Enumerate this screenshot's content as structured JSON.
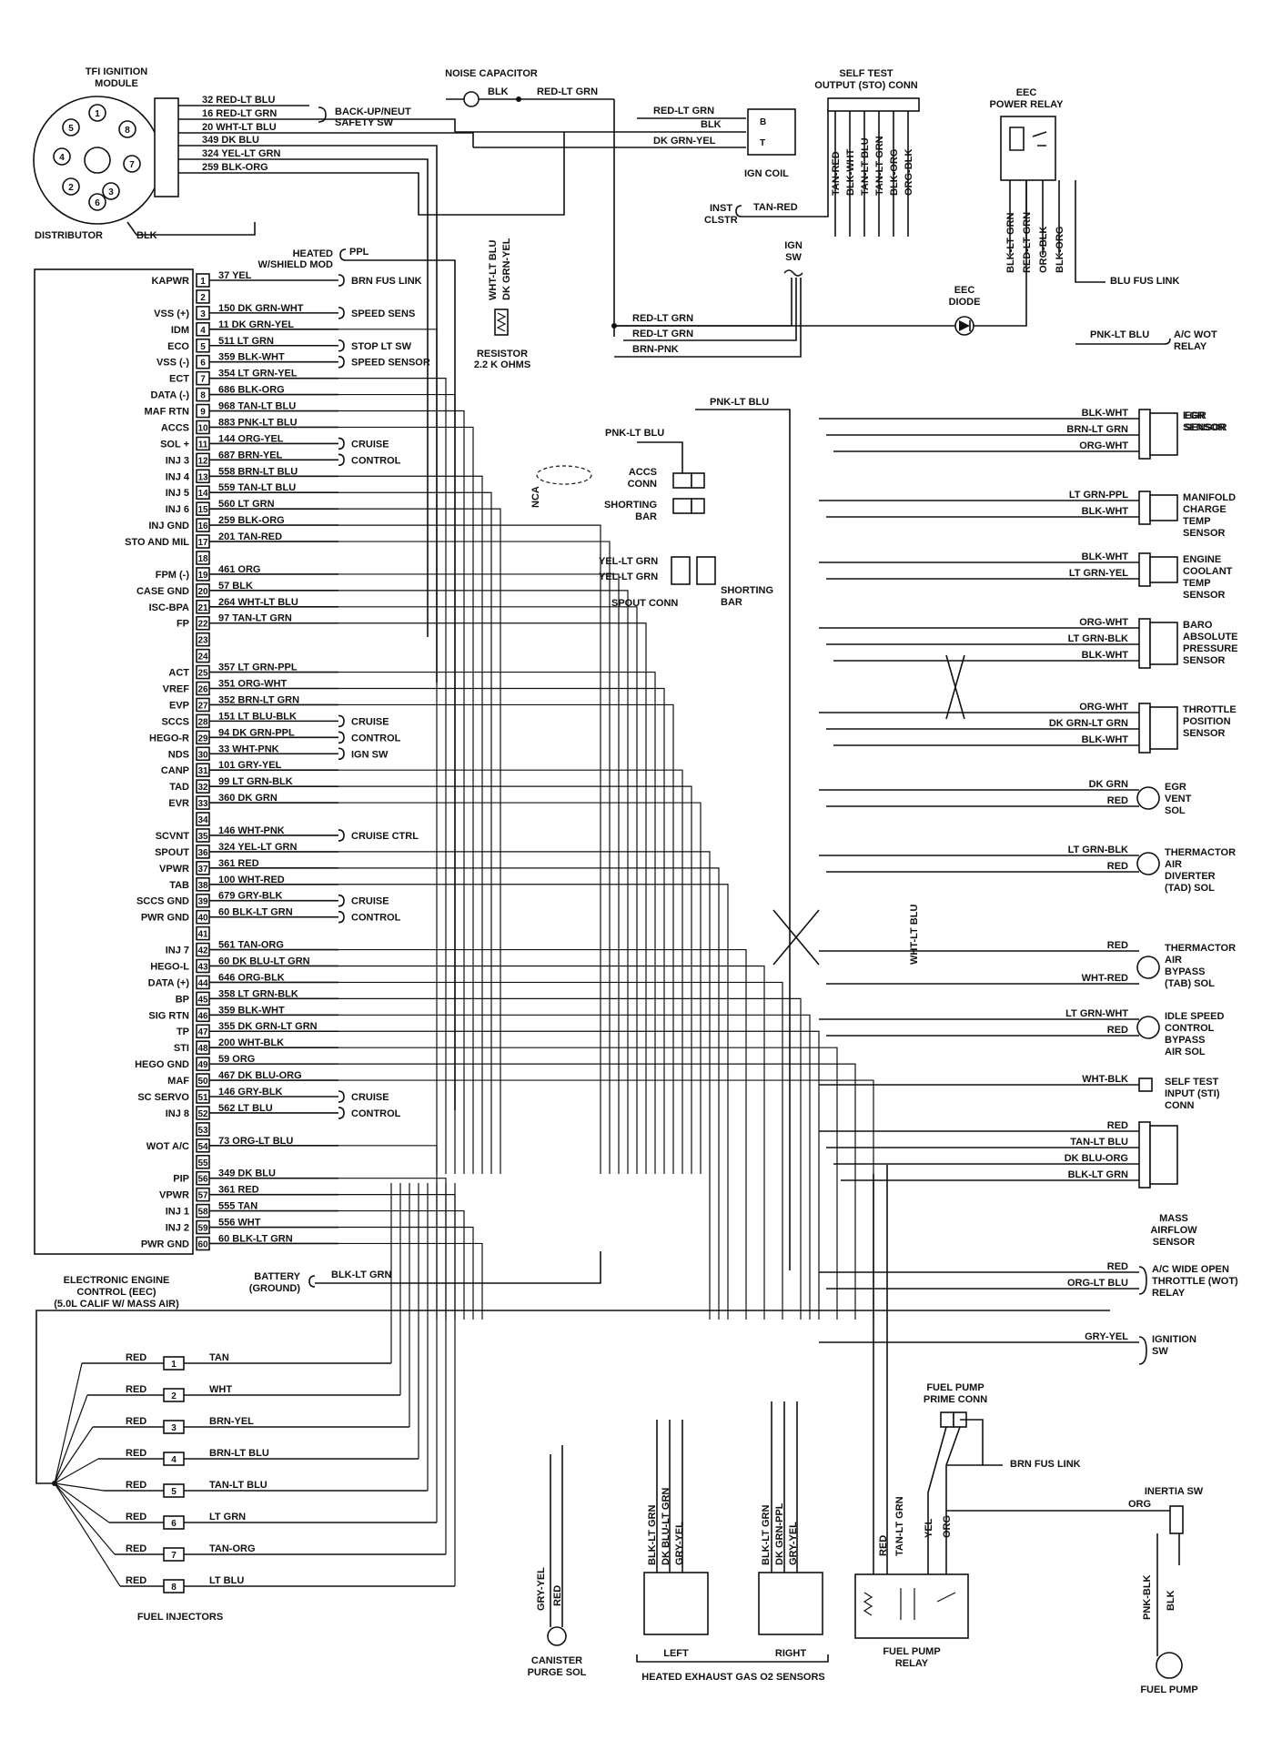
{
  "ecm": {
    "title_lines": [
      "ELECTRONIC ENGINE",
      "CONTROL (EEC)",
      "(5.0L CALIF W/ MASS AIR)"
    ],
    "pins": [
      {
        "num": "1",
        "func": "KAPWR",
        "wire": "37 YEL",
        "dest": "BRN FUS LINK"
      },
      {
        "num": "2",
        "func": "",
        "wire": "",
        "dest": ""
      },
      {
        "num": "3",
        "func": "VSS (+)",
        "wire": "150 DK GRN-WHT",
        "dest": "SPEED SENS"
      },
      {
        "num": "4",
        "func": "IDM",
        "wire": "11 DK GRN-YEL",
        "dest": ""
      },
      {
        "num": "5",
        "func": "ECO",
        "wire": "511 LT GRN",
        "dest": "STOP LT SW"
      },
      {
        "num": "6",
        "func": "VSS (-)",
        "wire": "359 BLK-WHT",
        "dest": "SPEED SENSOR"
      },
      {
        "num": "7",
        "func": "ECT",
        "wire": "354 LT GRN-YEL",
        "dest": ""
      },
      {
        "num": "8",
        "func": "DATA (-)",
        "wire": "686 BLK-ORG",
        "dest": ""
      },
      {
        "num": "9",
        "func": "MAF RTN",
        "wire": "968 TAN-LT BLU",
        "dest": ""
      },
      {
        "num": "10",
        "func": "ACCS",
        "wire": "883 PNK-LT BLU",
        "dest": ""
      },
      {
        "num": "11",
        "func": "SOL +",
        "wire": "144 ORG-YEL",
        "dest": "CRUISE"
      },
      {
        "num": "12",
        "func": "INJ 3",
        "wire": "687 BRN-YEL",
        "dest": "CONTROL"
      },
      {
        "num": "13",
        "func": "INJ 4",
        "wire": "558 BRN-LT BLU",
        "dest": ""
      },
      {
        "num": "14",
        "func": "INJ 5",
        "wire": "559 TAN-LT BLU",
        "dest": ""
      },
      {
        "num": "15",
        "func": "INJ 6",
        "wire": "560 LT GRN",
        "dest": ""
      },
      {
        "num": "16",
        "func": "INJ GND",
        "wire": "259 BLK-ORG",
        "dest": ""
      },
      {
        "num": "17",
        "func": "STO AND MIL",
        "wire": "201 TAN-RED",
        "dest": ""
      },
      {
        "num": "18",
        "func": "",
        "wire": "",
        "dest": ""
      },
      {
        "num": "19",
        "func": "FPM (-)",
        "wire": "461 ORG",
        "dest": ""
      },
      {
        "num": "20",
        "func": "CASE GND",
        "wire": "57 BLK",
        "dest": ""
      },
      {
        "num": "21",
        "func": "ISC-BPA",
        "wire": "264 WHT-LT BLU",
        "dest": ""
      },
      {
        "num": "22",
        "func": "FP",
        "wire": "97 TAN-LT GRN",
        "dest": ""
      },
      {
        "num": "23",
        "func": "",
        "wire": "",
        "dest": ""
      },
      {
        "num": "24",
        "func": "",
        "wire": "",
        "dest": ""
      },
      {
        "num": "25",
        "func": "ACT",
        "wire": "357 LT GRN-PPL",
        "dest": ""
      },
      {
        "num": "26",
        "func": "VREF",
        "wire": "351 ORG-WHT",
        "dest": ""
      },
      {
        "num": "27",
        "func": "EVP",
        "wire": "352 BRN-LT GRN",
        "dest": ""
      },
      {
        "num": "28",
        "func": "SCCS",
        "wire": "151 LT BLU-BLK",
        "dest": "CRUISE"
      },
      {
        "num": "29",
        "func": "HEGO-R",
        "wire": "94 DK GRN-PPL",
        "dest": "CONTROL"
      },
      {
        "num": "30",
        "func": "NDS",
        "wire": "33 WHT-PNK",
        "dest": "IGN SW"
      },
      {
        "num": "31",
        "func": "CANP",
        "wire": "101 GRY-YEL",
        "dest": ""
      },
      {
        "num": "32",
        "func": "TAD",
        "wire": "99 LT GRN-BLK",
        "dest": ""
      },
      {
        "num": "33",
        "func": "EVR",
        "wire": "360 DK GRN",
        "dest": ""
      },
      {
        "num": "34",
        "func": "",
        "wire": "",
        "dest": ""
      },
      {
        "num": "35",
        "func": "SCVNT",
        "wire": "146 WHT-PNK",
        "dest": "CRUISE CTRL"
      },
      {
        "num": "36",
        "func": "SPOUT",
        "wire": "324 YEL-LT GRN",
        "dest": ""
      },
      {
        "num": "37",
        "func": "VPWR",
        "wire": "361 RED",
        "dest": ""
      },
      {
        "num": "38",
        "func": "TAB",
        "wire": "100 WHT-RED",
        "dest": ""
      },
      {
        "num": "39",
        "func": "SCCS GND",
        "wire": "679 GRY-BLK",
        "dest": "CRUISE"
      },
      {
        "num": "40",
        "func": "PWR GND",
        "wire": "60 BLK-LT GRN",
        "dest": "CONTROL"
      },
      {
        "num": "41",
        "func": "",
        "wire": "",
        "dest": ""
      },
      {
        "num": "42",
        "func": "INJ 7",
        "wire": "561 TAN-ORG",
        "dest": ""
      },
      {
        "num": "43",
        "func": "HEGO-L",
        "wire": "60 DK BLU-LT GRN",
        "dest": ""
      },
      {
        "num": "44",
        "func": "DATA (+)",
        "wire": "646 ORG-BLK",
        "dest": ""
      },
      {
        "num": "45",
        "func": "BP",
        "wire": "358 LT GRN-BLK",
        "dest": ""
      },
      {
        "num": "46",
        "func": "SIG RTN",
        "wire": "359 BLK-WHT",
        "dest": ""
      },
      {
        "num": "47",
        "func": "TP",
        "wire": "355 DK GRN-LT GRN",
        "dest": ""
      },
      {
        "num": "48",
        "func": "STI",
        "wire": "200 WHT-BLK",
        "dest": ""
      },
      {
        "num": "49",
        "func": "HEGO GND",
        "wire": "59 ORG",
        "dest": ""
      },
      {
        "num": "50",
        "func": "MAF",
        "wire": "467 DK BLU-ORG",
        "dest": ""
      },
      {
        "num": "51",
        "func": "SC SERVO",
        "wire": "146 GRY-BLK",
        "dest": "CRUISE"
      },
      {
        "num": "52",
        "func": "INJ 8",
        "wire": "562 LT BLU",
        "dest": "CONTROL"
      },
      {
        "num": "53",
        "func": "",
        "wire": "",
        "dest": ""
      },
      {
        "num": "54",
        "func": "WOT A/C",
        "wire": "73 ORG-LT BLU",
        "dest": ""
      },
      {
        "num": "55",
        "func": "",
        "wire": "",
        "dest": ""
      },
      {
        "num": "56",
        "func": "PIP",
        "wire": "349 DK BLU",
        "dest": ""
      },
      {
        "num": "57",
        "func": "VPWR",
        "wire": "361 RED",
        "dest": ""
      },
      {
        "num": "58",
        "func": "INJ 1",
        "wire": "555 TAN",
        "dest": ""
      },
      {
        "num": "59",
        "func": "INJ 2",
        "wire": "556 WHT",
        "dest": ""
      },
      {
        "num": "60",
        "func": "PWR GND",
        "wire": "60 BLK-LT GRN",
        "dest": ""
      }
    ]
  },
  "tfi": {
    "title": "TFI IGNITION",
    "title2": "MODULE",
    "distributor": "DISTRIBUTOR",
    "blk": "BLK",
    "terminals": [
      "1",
      "2",
      "3",
      "4",
      "5",
      "6",
      "7",
      "8"
    ],
    "wires": [
      "32 RED-LT BLU",
      "16 RED-LT GRN",
      "20 WHT-LT BLU",
      "349 DK BLU",
      "324 YEL-LT GRN",
      "259 BLK-ORG"
    ],
    "backup1": "BACK-UP/NEUT",
    "backup2": "SAFETY SW"
  },
  "top": {
    "noise_cap": "NOISE CAPACITOR",
    "nc_blk": "BLK",
    "nc_wire": "RED-LT GRN",
    "coil_wires": [
      "RED-LT GRN",
      "BLK",
      "DK GRN-YEL"
    ],
    "coil": "IGN COIL",
    "inst1": "INST",
    "inst2": "CLSTR",
    "inst_wire": "TAN-RED",
    "heated1": "HEATED",
    "heated2": "W/SHIELD MOD",
    "heated_wire": "PPL",
    "res_wires": [
      "WHT-LT BLU",
      "DK GRN-YEL"
    ],
    "resistor1": "RESISTOR",
    "resistor2": "2.2 K OHMS",
    "ign1": "IGN",
    "ign2": "SW",
    "ign_wires": [
      "RED-LT GRN",
      "RED-LT GRN",
      "BRN-PNK"
    ],
    "sto1": "SELF TEST",
    "sto2": "OUTPUT (STO) CONN",
    "sto_wires": [
      "TAN-RED",
      "BLK-WHT",
      "TAN-LT BLU",
      "TAN-LT GRN",
      "BLK-ORG",
      "ORG-BLK"
    ],
    "eec_relay1": "EEC",
    "eec_relay2": "POWER RELAY",
    "relay_wires": [
      "BLK-LT GRN",
      "RED-LT GRN",
      "ORG-BLK",
      "BLK-ORG"
    ],
    "blu_fus": "BLU FUS LINK",
    "diode1": "EEC",
    "diode2": "DIODE",
    "ac_wire": "PNK-LT BLU",
    "ac1": "A/C WOT",
    "ac2": "RELAY",
    "nca": "NCA"
  },
  "middle": {
    "pnk_wire": "PNK-LT BLU",
    "pnk_wire2": "PNK-LT BLU",
    "accs1": "ACCS",
    "accs2": "CONN",
    "short1": "SHORTING",
    "short2": "BAR",
    "spout_wires": [
      "YEL-LT GRN",
      "YEL-LT GRN"
    ],
    "spout": "SPOUT CONN",
    "short3": "SHORTING",
    "short4": "BAR",
    "wht_lt_blu": "WHT-LT BLU",
    "gry_yel": "GRY-YEL",
    "red": "RED"
  },
  "right": {
    "egr_wires": [
      "BLK-WHT",
      "BRN-LT GRN",
      "ORG-WHT"
    ],
    "egr": [
      "EGR",
      "SENSOR"
    ],
    "mct_wires": [
      "LT GRN-PPL",
      "BLK-WHT"
    ],
    "mct": [
      "MANIFOLD",
      "CHARGE",
      "TEMP",
      "SENSOR"
    ],
    "ect_wires": [
      "BLK-WHT",
      "LT GRN-YEL"
    ],
    "ect": [
      "ENGINE",
      "COOLANT",
      "TEMP",
      "SENSOR"
    ],
    "baro_wires": [
      "ORG-WHT",
      "LT GRN-BLK",
      "BLK-WHT"
    ],
    "baro": [
      "BARO",
      "ABSOLUTE",
      "PRESSURE",
      "SENSOR"
    ],
    "tps_wires": [
      "ORG-WHT",
      "DK GRN-LT GRN",
      "BLK-WHT"
    ],
    "tps": [
      "THROTTLE",
      "POSITION",
      "SENSOR"
    ],
    "evr_wires": [
      "DK GRN",
      "RED"
    ],
    "evr": [
      "EGR",
      "VENT",
      "SOL"
    ],
    "tad_wires": [
      "LT GRN-BLK",
      "RED"
    ],
    "tad": [
      "THERMACTOR",
      "AIR",
      "DIVERTER",
      "(TAD) SOL"
    ],
    "tab_wires": [
      "RED",
      "WHT-RED"
    ],
    "tab": [
      "THERMACTOR",
      "AIR",
      "BYPASS",
      "(TAB) SOL"
    ],
    "isc_wires": [
      "LT GRN-WHT",
      "RED"
    ],
    "isc": [
      "IDLE SPEED",
      "CONTROL",
      "BYPASS",
      "AIR SOL"
    ],
    "sti_wire": "WHT-BLK",
    "sti": [
      "SELF TEST",
      "INPUT (STI)",
      "CONN"
    ],
    "maf_wires": [
      "RED",
      "TAN-LT BLU",
      "DK BLU-ORG",
      "BLK-LT GRN"
    ],
    "maf": [
      "MASS",
      "AIRFLOW",
      "SENSOR"
    ],
    "wot_wires": [
      "RED",
      "ORG-LT BLU"
    ],
    "wot": [
      "A/C WIDE OPEN",
      "THROTTLE (WOT)",
      "RELAY"
    ],
    "ign_wire": "GRY-YEL",
    "ign": [
      "IGNITION",
      "SW"
    ]
  },
  "battery": {
    "line1": "BATTERY",
    "line2": "(GROUND)",
    "wire": "BLK-LT GRN"
  },
  "injectors": {
    "title": "FUEL INJECTORS",
    "items": [
      {
        "num": "1",
        "in": "RED",
        "out": "TAN"
      },
      {
        "num": "2",
        "in": "RED",
        "out": "WHT"
      },
      {
        "num": "3",
        "in": "RED",
        "out": "BRN-YEL"
      },
      {
        "num": "4",
        "in": "RED",
        "out": "BRN-LT BLU"
      },
      {
        "num": "5",
        "in": "RED",
        "out": "TAN-LT BLU"
      },
      {
        "num": "6",
        "in": "RED",
        "out": "LT GRN"
      },
      {
        "num": "7",
        "in": "RED",
        "out": "TAN-ORG"
      },
      {
        "num": "8",
        "in": "RED",
        "out": "LT BLU"
      }
    ]
  },
  "bottom": {
    "canister1": "CANISTER",
    "canister2": "PURGE SOL",
    "left_wires": [
      "BLK-LT GRN",
      "DK BLU-LT GRN",
      "GRY-YEL"
    ],
    "right_wires": [
      "BLK-LT GRN",
      "DK GRN-PPL",
      "GRY-YEL"
    ],
    "left": "LEFT",
    "right": "RIGHT",
    "heated": "HEATED EXHAUST GAS O2 SENSORS",
    "fpp1": "FUEL PUMP",
    "fpp2": "PRIME CONN",
    "fpr_wires": [
      "RED",
      "TAN-LT GRN",
      "YEL",
      "ORG"
    ],
    "brn_fus": "BRN FUS LINK",
    "fpr1": "FUEL PUMP",
    "fpr2": "RELAY",
    "inertia": "INERTIA SW",
    "org": "ORG",
    "fp_wires": [
      "PNK-BLK",
      "BLK"
    ],
    "fuel_pump": "FUEL PUMP"
  }
}
